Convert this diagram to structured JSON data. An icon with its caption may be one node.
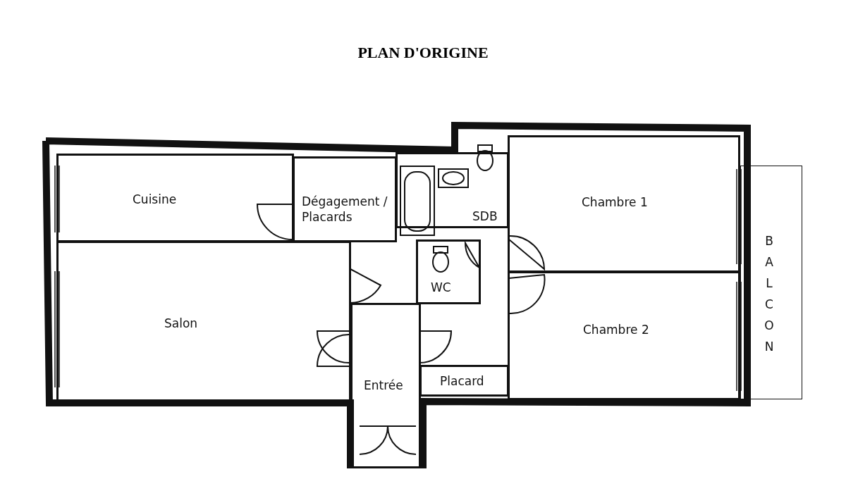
{
  "diagram": {
    "title": "PLAN D'ORIGINE",
    "nodes": [
      {
        "text": [
          "Cuisine"
        ]
      },
      {
        "text": [
          "Dégagement / Placards"
        ]
      },
      {
        "text": [
          "SDB"
        ]
      },
      {
        "text": [
          "Chambre 1"
        ]
      },
      {
        "text": [
          "Salon"
        ]
      },
      {
        "text": [
          "WC"
        ]
      },
      {
        "text": [
          "BALCON"
        ]
      },
      {
        "text": [
          "Chambre 2"
        ]
      },
      {
        "text": [
          "Entrée"
        ]
      },
      {
        "text": [
          "Placard"
        ]
      }
    ]
  }
}
